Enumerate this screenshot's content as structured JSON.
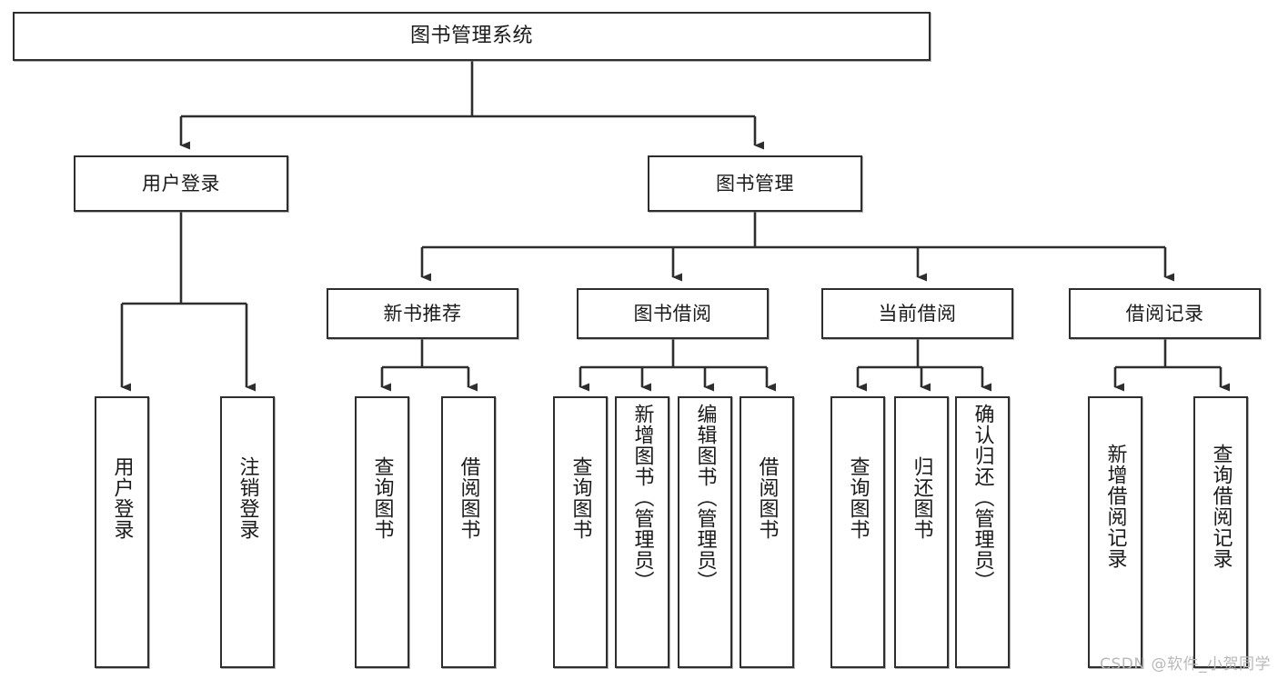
{
  "diagram": {
    "type": "tree-hierarchy",
    "title": "图书管理系统",
    "watermark": "CSDN @软件_小贺同学",
    "colors": {
      "box_border": "#2e2e2e",
      "box_fill": "#ffffff",
      "connector": "#2e2e2e",
      "text": "#1a1a1a",
      "watermark": "#b9b9b9",
      "background": "#ffffff"
    },
    "levels": [
      {
        "level": 1,
        "nodes": [
          {
            "id": "root",
            "label": "图书管理系统"
          }
        ]
      },
      {
        "level": 2,
        "nodes": [
          {
            "id": "login",
            "label": "用户登录",
            "parent": "root"
          },
          {
            "id": "bookmgmt",
            "label": "图书管理",
            "parent": "root"
          }
        ]
      },
      {
        "level": 3,
        "nodes": [
          {
            "id": "newbook",
            "label": "新书推荐",
            "parent": "bookmgmt"
          },
          {
            "id": "borrow",
            "label": "图书借阅",
            "parent": "bookmgmt"
          },
          {
            "id": "current",
            "label": "当前借阅",
            "parent": "bookmgmt"
          },
          {
            "id": "records",
            "label": "借阅记录",
            "parent": "bookmgmt"
          }
        ]
      },
      {
        "level": 4,
        "nodes": [
          {
            "id": "leaf-1",
            "label": "用户登录",
            "parent": "login"
          },
          {
            "id": "leaf-2",
            "label": "注销登录",
            "parent": "login"
          },
          {
            "id": "leaf-3",
            "label": "查询图书",
            "parent": "newbook"
          },
          {
            "id": "leaf-4",
            "label": "借阅图书",
            "parent": "newbook"
          },
          {
            "id": "leaf-5",
            "label": "查询图书",
            "parent": "borrow"
          },
          {
            "id": "leaf-6",
            "label": "新增图书（管理员）",
            "parent": "borrow"
          },
          {
            "id": "leaf-7",
            "label": "编辑图书（管理员）",
            "parent": "borrow"
          },
          {
            "id": "leaf-8",
            "label": "借阅图书",
            "parent": "borrow"
          },
          {
            "id": "leaf-9",
            "label": "查询图书",
            "parent": "current"
          },
          {
            "id": "leaf-10",
            "label": "归还图书",
            "parent": "current"
          },
          {
            "id": "leaf-11",
            "label": "确认归还（管理员）",
            "parent": "current"
          },
          {
            "id": "leaf-12",
            "label": "新增借阅记录",
            "parent": "records"
          },
          {
            "id": "leaf-13",
            "label": "查询借阅记录",
            "parent": "records"
          }
        ]
      }
    ]
  }
}
